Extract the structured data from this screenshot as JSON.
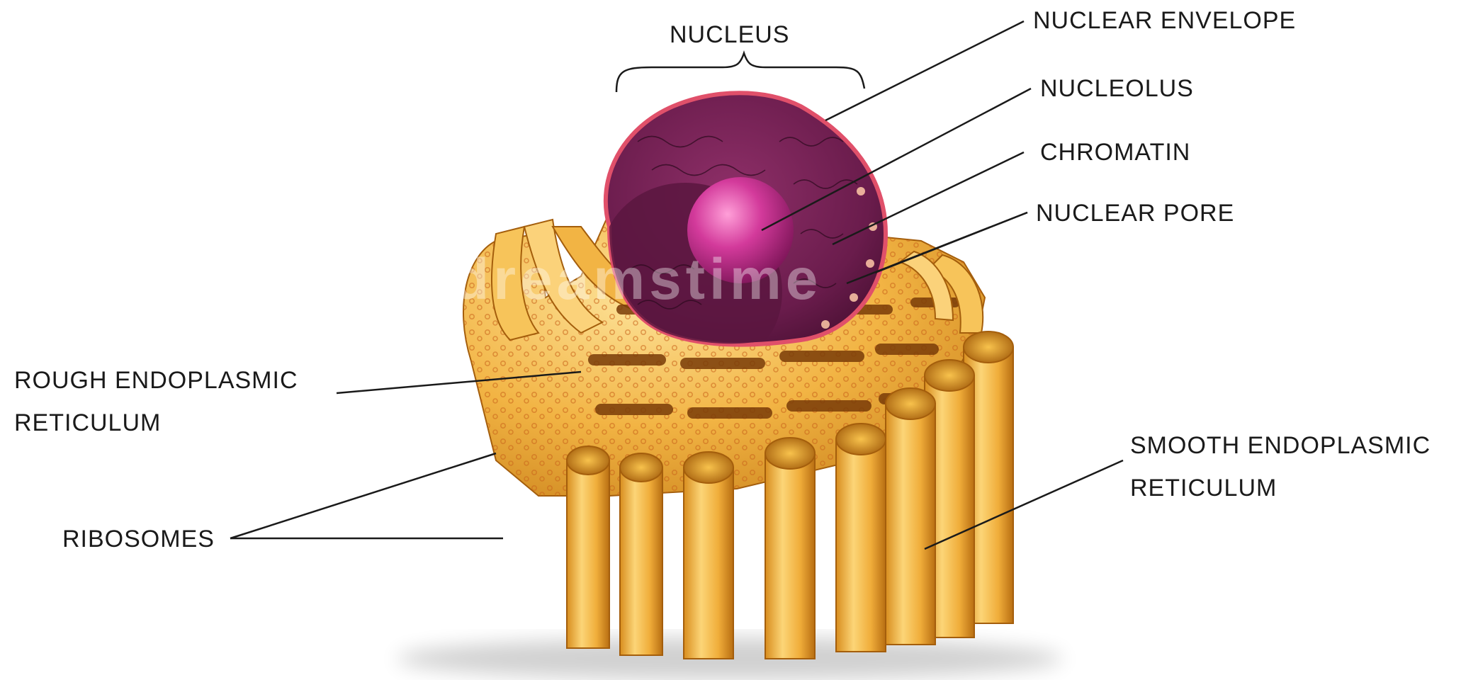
{
  "diagram": {
    "labels": {
      "nucleus": "NUCLEUS",
      "nuclear_envelope": "NUCLEAR ENVELOPE",
      "nucleolus": "NUCLEOLUS",
      "chromatin": "CHROMATIN",
      "nuclear_pore": "NUCLEAR PORE",
      "rough_er_line1": "ROUGH ENDOPLASMIC",
      "rough_er_line2": "RETICULUM",
      "ribosomes": "RIBOSOMES",
      "smooth_er_line1": "SMOOTH ENDOPLASMIC",
      "smooth_er_line2": "RETICULUM"
    },
    "watermark": "dreamstime",
    "colors": {
      "er_light": "#f7c45a",
      "er_mid": "#e8a12c",
      "er_dark": "#b86e12",
      "nucleus_outer": "#7b2557",
      "nucleus_inner": "#5a1640",
      "nucleolus": "#d23a9a",
      "envelope_edge": "#e0506a",
      "ribosome": "#c9631a",
      "line": "#1a1a1a"
    }
  }
}
